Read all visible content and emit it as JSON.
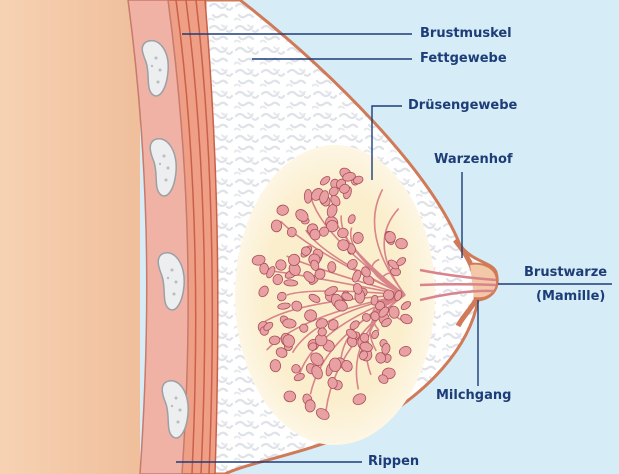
{
  "labels": {
    "pectoral_muscle": "Brustmuskel",
    "fatty_tissue": "Fettgewebe",
    "glandular_tissue": "Drüsengewebe",
    "areola": "Warzenhof",
    "nipple_line1": "Brustwarze",
    "nipple_line2": "(Mamille)",
    "milk_duct": "Milchgang",
    "ribs": "Rippen"
  },
  "colors": {
    "background": "#d6ecf6",
    "skin": "#f2c8a6",
    "muscle": "#ef9f86",
    "muscle_dark": "#c9614a",
    "rib_band": "#f0b2a5",
    "fat": "#ffffff",
    "fat_texture": "#e4e6ea",
    "glandular_halo": "#fbeecd",
    "lobule": "#e9a0a3",
    "lobule_outline": "#a8505a",
    "leader_line": "#1d3d78"
  }
}
